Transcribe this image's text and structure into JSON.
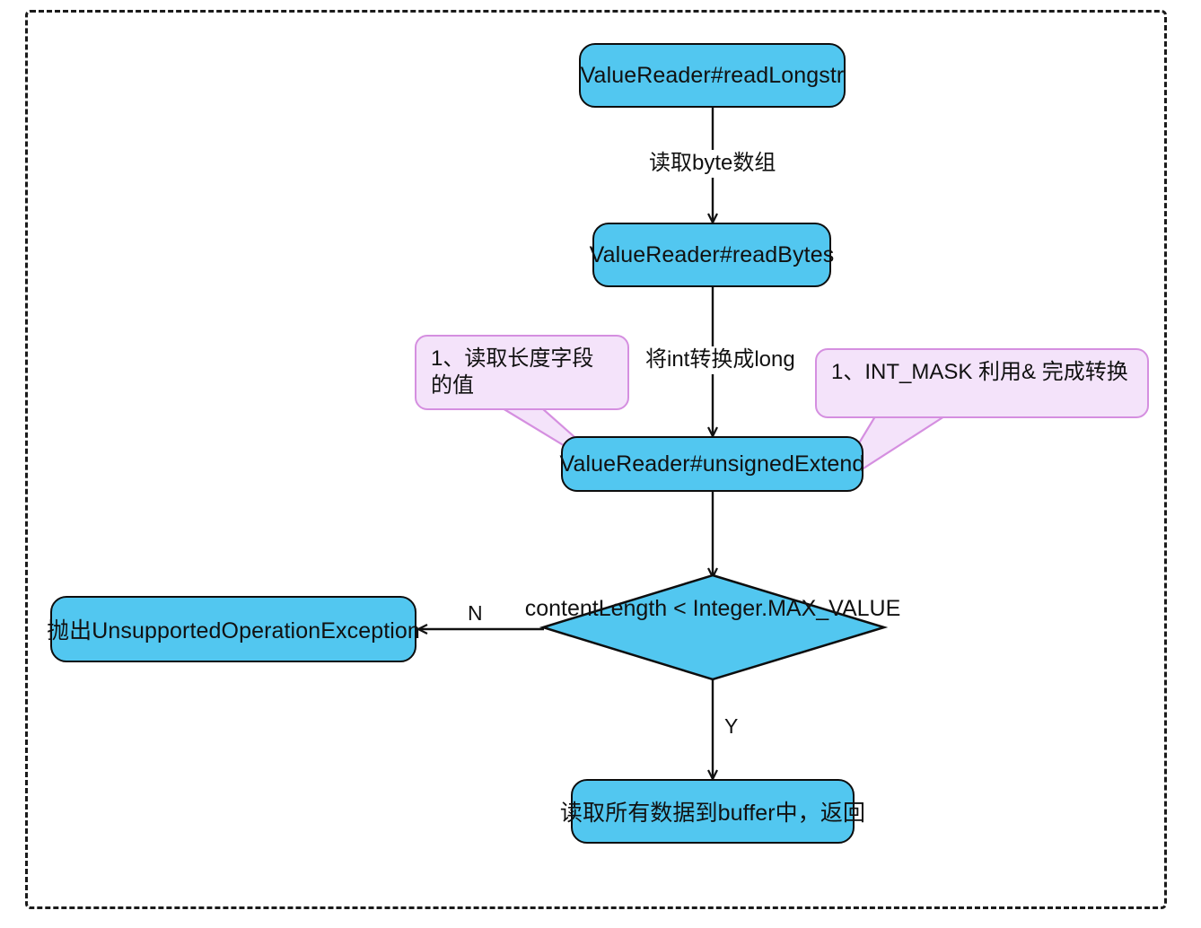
{
  "diagram": {
    "title": "ValueReader#readLongstr flow",
    "frame": {
      "style": "dashed-rounded-rect",
      "color": "#1a1a1a"
    },
    "colors": {
      "node_fill": "#52C7F0",
      "node_stroke": "#0d0d0d",
      "note_fill": "#F4E3FA",
      "note_stroke": "#D58FE0",
      "edge": "#111111",
      "frame": "#1a1a1a"
    },
    "nodes": [
      {
        "id": "readLongstr",
        "type": "process",
        "label": "ValueReader#readLongstr"
      },
      {
        "id": "readBytes",
        "type": "process",
        "label": "ValueReader#readBytes"
      },
      {
        "id": "unsignedExtend",
        "type": "process",
        "label": "ValueReader#unsignedExtend"
      },
      {
        "id": "decision",
        "type": "decision",
        "label": "contentLength < Integer.MAX_VALUE"
      },
      {
        "id": "throwException",
        "type": "process",
        "label": "抛出UnsupportedOperationException"
      },
      {
        "id": "readAll",
        "type": "process",
        "label": "读取所有数据到buffer中，返回"
      }
    ],
    "edges": [
      {
        "from": "readLongstr",
        "to": "readBytes",
        "label": "读取byte数组"
      },
      {
        "from": "readBytes",
        "to": "unsignedExtend",
        "label": "将int转换成long"
      },
      {
        "from": "unsignedExtend",
        "to": "decision",
        "label": ""
      },
      {
        "from": "decision",
        "to": "throwException",
        "label": "N"
      },
      {
        "from": "decision",
        "to": "readAll",
        "label": "Y"
      }
    ],
    "notes": [
      {
        "id": "note-left",
        "attached_to": "unsignedExtend",
        "text": "1、读取长度字段的值"
      },
      {
        "id": "note-right",
        "attached_to": "unsignedExtend",
        "text": "1、INT_MASK 利用& 完成转换"
      }
    ]
  }
}
